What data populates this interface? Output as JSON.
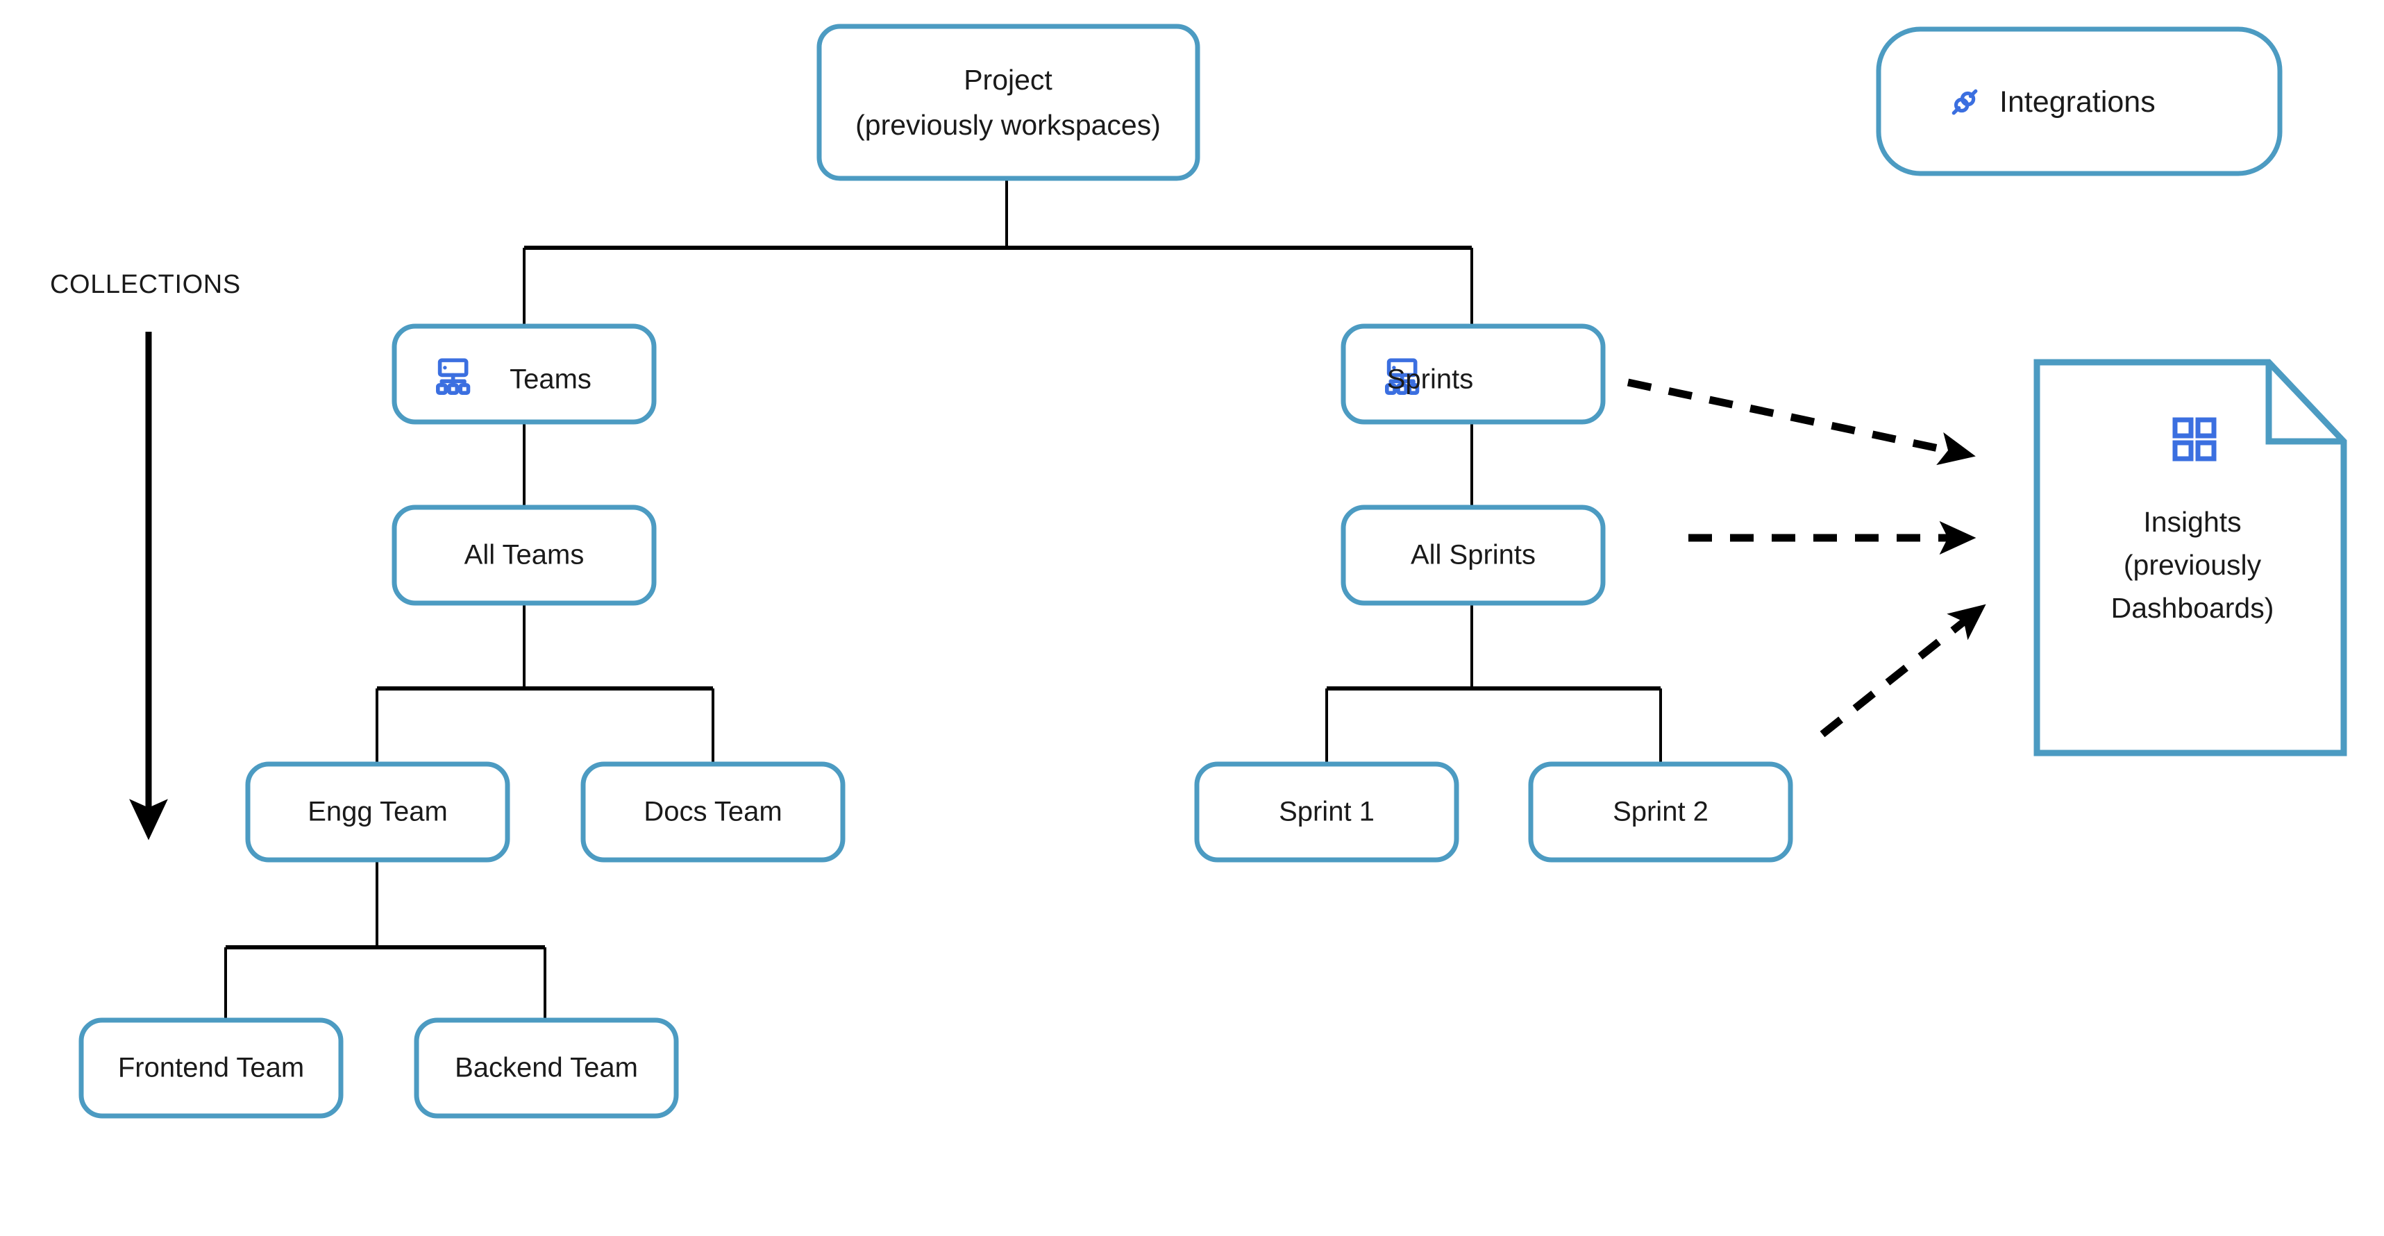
{
  "diagram": {
    "title_text": "",
    "accent_color": "#4C9BC2",
    "icon_color": "#3B6FE0",
    "line_color": "#000000",
    "background": "#ffffff",
    "section_label": "COLLECTIONS",
    "nodes": {
      "project": {
        "line1": "Project",
        "line2": "(previously workspaces)"
      },
      "integrations": {
        "label": "Integrations",
        "icon": "plug-connector-icon"
      },
      "teams": {
        "label": "Teams",
        "icon": "hierarchy-icon"
      },
      "sprints": {
        "label": "Sprints",
        "icon": "hierarchy-icon"
      },
      "all_teams": {
        "label": "All Teams"
      },
      "all_sprints": {
        "label": "All Sprints"
      },
      "engg_team": {
        "label": "Engg Team"
      },
      "docs_team": {
        "label": "Docs Team"
      },
      "sprint_1": {
        "label": "Sprint 1"
      },
      "sprint_2": {
        "label": "Sprint 2"
      },
      "frontend_team": {
        "label": "Frontend Team"
      },
      "backend_team": {
        "label": "Backend Team"
      },
      "insights": {
        "line1": "Insights",
        "line2": "(previously",
        "line3": "Dashboards)",
        "icon": "grid-dashboard-icon"
      }
    },
    "edges": [
      {
        "from": "project",
        "to": "teams",
        "style": "solid"
      },
      {
        "from": "project",
        "to": "sprints",
        "style": "solid"
      },
      {
        "from": "teams",
        "to": "all_teams",
        "style": "solid"
      },
      {
        "from": "all_teams",
        "to": "engg_team",
        "style": "solid"
      },
      {
        "from": "all_teams",
        "to": "docs_team",
        "style": "solid"
      },
      {
        "from": "engg_team",
        "to": "frontend_team",
        "style": "solid"
      },
      {
        "from": "engg_team",
        "to": "backend_team",
        "style": "solid"
      },
      {
        "from": "sprints",
        "to": "all_sprints",
        "style": "solid"
      },
      {
        "from": "all_sprints",
        "to": "sprint_1",
        "style": "solid"
      },
      {
        "from": "all_sprints",
        "to": "sprint_2",
        "style": "solid"
      },
      {
        "from": "sprints",
        "to": "insights",
        "style": "dashed-arrow"
      },
      {
        "from": "all_sprints",
        "to": "insights",
        "style": "dashed-arrow"
      },
      {
        "from": "sprint_2",
        "to": "insights",
        "style": "dashed-arrow"
      }
    ]
  }
}
